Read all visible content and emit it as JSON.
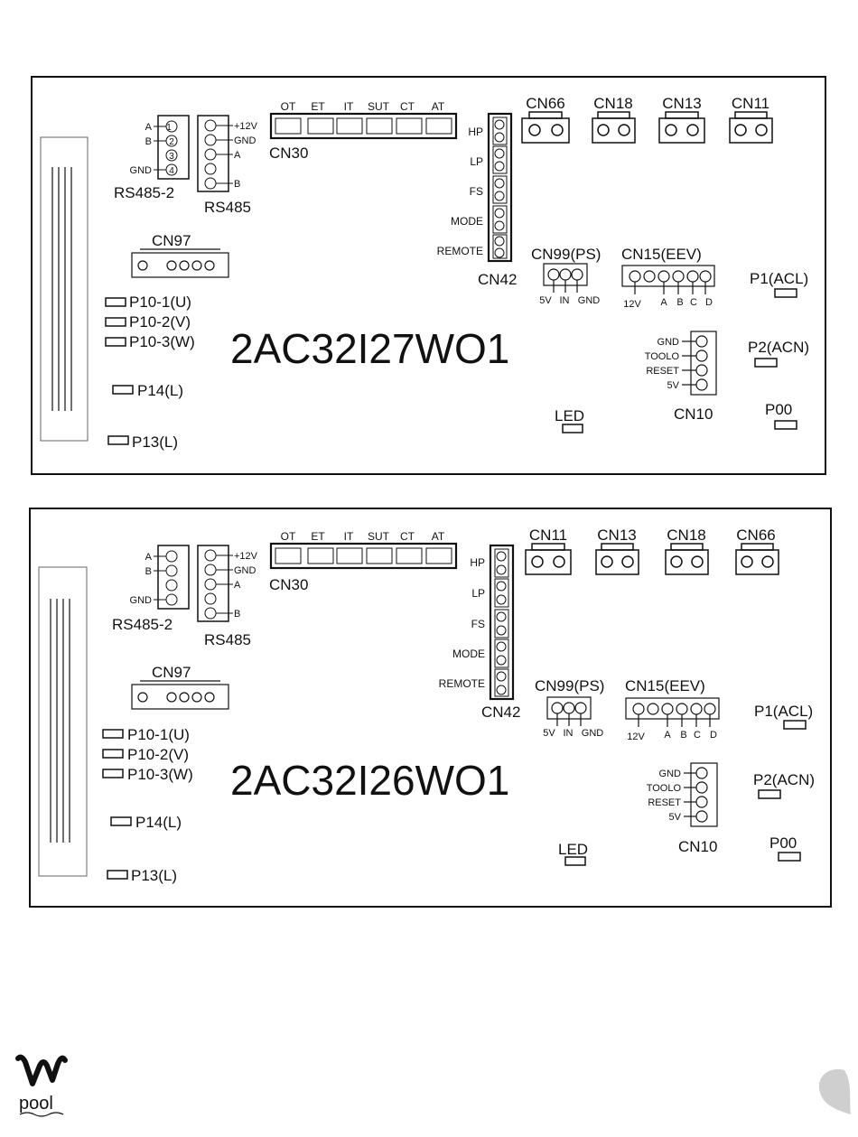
{
  "boards": [
    {
      "model": "2AC32I27WO1",
      "top_connectors": [
        "CN66",
        "CN18",
        "CN13",
        "CN11"
      ],
      "cn30": {
        "label": "CN30",
        "sensors": [
          "OT",
          "ET",
          "IT",
          "SUT",
          "CT",
          "AT"
        ]
      },
      "rs485_2": {
        "label": "RS485-2",
        "pins": [
          "A",
          "B",
          "",
          "GND"
        ]
      },
      "rs485": {
        "label": "RS485",
        "pins": [
          "+12V",
          "GND",
          "A",
          "",
          "B"
        ]
      },
      "cn42": {
        "label": "CN42",
        "items": [
          "HP",
          "LP",
          "FS",
          "MODE",
          "REMOTE"
        ]
      },
      "cn97": "CN97",
      "cn99": {
        "label": "CN99(PS)",
        "pins": [
          "5V",
          "IN",
          "GND"
        ]
      },
      "cn15": {
        "label": "CN15(EEV)",
        "pins": [
          "12V",
          "A",
          "B",
          "C",
          "D"
        ]
      },
      "cn10": {
        "label": "CN10",
        "pins": [
          "GND",
          "TOOLO",
          "RESET",
          "5V"
        ]
      },
      "left_terminals": [
        "P10-1(U)",
        "P10-2(V)",
        "P10-3(W)",
        "P14(L)",
        "P13(L)"
      ],
      "right_terminals": [
        "P1(ACL)",
        "P2(ACN)",
        "P00"
      ],
      "led": "LED"
    },
    {
      "model": "2AC32I26WO1",
      "top_connectors": [
        "CN11",
        "CN13",
        "CN18",
        "CN66"
      ],
      "cn30": {
        "label": "CN30",
        "sensors": [
          "OT",
          "ET",
          "IT",
          "SUT",
          "CT",
          "AT"
        ]
      },
      "rs485_2": {
        "label": "RS485-2",
        "pins": [
          "A",
          "B",
          "",
          "GND"
        ]
      },
      "rs485": {
        "label": "RS485",
        "pins": [
          "+12V",
          "GND",
          "A",
          "",
          "B"
        ]
      },
      "cn42": {
        "label": "CN42",
        "items": [
          "HP",
          "LP",
          "FS",
          "MODE",
          "REMOTE"
        ]
      },
      "cn97": "CN97",
      "cn99": {
        "label": "CN99(PS)",
        "pins": [
          "5V",
          "IN",
          "GND"
        ]
      },
      "cn15": {
        "label": "CN15(EEV)",
        "pins": [
          "12V",
          "A",
          "B",
          "C",
          "D"
        ]
      },
      "cn10": {
        "label": "CN10",
        "pins": [
          "GND",
          "TOOLO",
          "RESET",
          "5V"
        ]
      },
      "left_terminals": [
        "P10-1(U)",
        "P10-2(V)",
        "P10-3(W)",
        "P14(L)",
        "P13(L)"
      ],
      "right_terminals": [
        "P1(ACL)",
        "P2(ACN)",
        "P00"
      ],
      "led": "LED"
    }
  ],
  "footer": {
    "logo_text": "pool"
  }
}
